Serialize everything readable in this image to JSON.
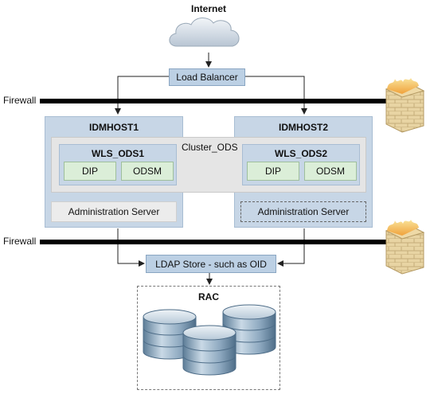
{
  "internet": {
    "label": "Internet"
  },
  "load_balancer": {
    "label": "Load Balancer"
  },
  "firewalls": [
    {
      "label": "Firewall"
    },
    {
      "label": "Firewall"
    }
  ],
  "hosts": [
    {
      "title": "IDMHOST1",
      "wls": "WLS_ODS1",
      "components": [
        "DIP",
        "ODSM"
      ],
      "admin": "Administration Server"
    },
    {
      "title": "IDMHOST2",
      "wls": "WLS_ODS2",
      "components": [
        "DIP",
        "ODSM"
      ],
      "admin": "Administration Server"
    }
  ],
  "cluster": {
    "label": "Cluster_ODS"
  },
  "ldap": {
    "label": "LDAP Store - such as OID"
  },
  "rac": {
    "label": "RAC"
  },
  "colors": {
    "host_fill": "#c7d6e6",
    "component_fill": "#dbeed8",
    "cluster_fill": "#e5e5e5",
    "firewall_brick": "#f3c776"
  }
}
